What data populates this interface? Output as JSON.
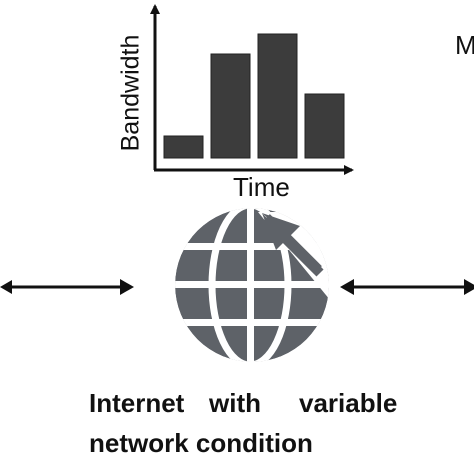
{
  "chart_data": {
    "type": "bar",
    "xlabel": "Time",
    "ylabel": "Bandwidth",
    "values": [
      22,
      104,
      124,
      64
    ],
    "ylim": [
      0,
      140
    ],
    "grid": false
  },
  "caption": {
    "word1": "Internet",
    "word2": "with",
    "word3": "variable",
    "line2": "network condition"
  },
  "cut_label": "M",
  "colors": {
    "bar": "#3c3c3c",
    "globe": "#5e6268",
    "axis": "#111111",
    "arrow": "#111111"
  },
  "icons": [
    "globe-icon",
    "cursor-arrow-icon",
    "left-double-arrow",
    "right-double-arrow"
  ]
}
